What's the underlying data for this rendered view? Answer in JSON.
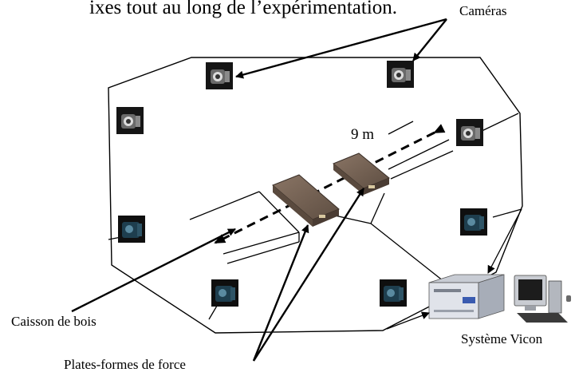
{
  "heading_fragment": "ixes tout au long de l’expérimentation.",
  "labels": {
    "cameras": "Caméras",
    "distance": "9 m",
    "wood_box": "Caisson de bois",
    "vicon": "Système Vicon",
    "force_plates": "Plates-formes de force"
  },
  "icons": {
    "camera": "camera-icon",
    "force_plate": "force-plate-icon",
    "vicon_unit": "vicon-unit-icon",
    "computer": "computer-icon"
  },
  "colors": {
    "line": "#000000",
    "plate": "#6b5a4e",
    "camera_dark": "#151515",
    "camera_teal": "#1e3e4e"
  }
}
